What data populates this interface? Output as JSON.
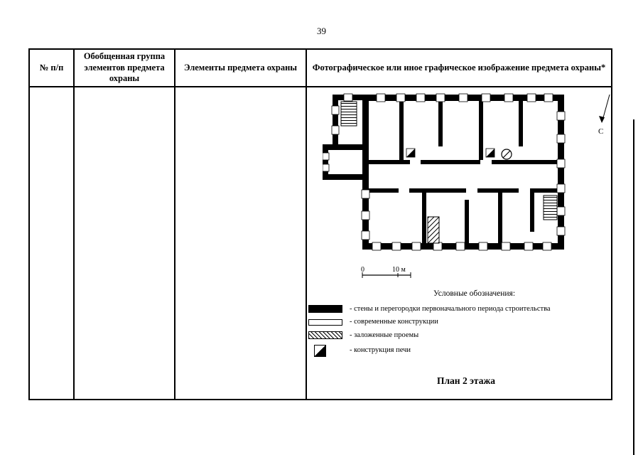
{
  "page": {
    "number": "39"
  },
  "table": {
    "col1_header": "№ п/п",
    "col2_header": "Обобщенная группа элементов предмета охраны",
    "col3_header": "Элементы предмета охраны",
    "col4_header": "Фотографическое или иное графическое изображение предмета охраны*"
  },
  "figure": {
    "north_label": "С",
    "scale": {
      "zero": "0",
      "ten": "10 м"
    },
    "legend_title": "Условные обозначения:",
    "legend": [
      {
        "symbol": "solid-black",
        "label": "- стены и перегородки первоначального периода строительства"
      },
      {
        "symbol": "white-outline",
        "label": "- современные конструкции"
      },
      {
        "symbol": "diagonal-hatch",
        "label": "- заложенные проемы"
      },
      {
        "symbol": "stove-triangle",
        "label": "- конструкция печи"
      }
    ],
    "caption": "План 2 этажа"
  },
  "colors": {
    "ink": "#000000",
    "paper": "#ffffff"
  }
}
